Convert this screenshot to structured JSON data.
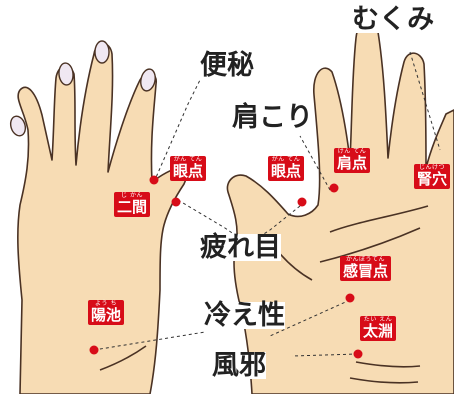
{
  "categories": {
    "constipation": "便秘",
    "swelling": "むくみ",
    "stiff_shoulders": "肩こり",
    "eye_strain": "疲れ目",
    "cold_sensitivity": "冷え性",
    "common_cold": "風邪"
  },
  "points": {
    "nikan": {
      "name": "二間",
      "reading": "じ かん"
    },
    "ganten_left": {
      "name": "眼点",
      "reading": "がん てん"
    },
    "ganten_right": {
      "name": "眼点",
      "reading": "がん てん"
    },
    "kenten": {
      "name": "肩点",
      "reading": "けん てん"
    },
    "jinketsu": {
      "name": "腎穴",
      "reading": "じんけつ"
    },
    "kanboten": {
      "name": "感冒点",
      "reading": "かんぼうてん"
    },
    "taien": {
      "name": "太淵",
      "reading": "たい えん"
    },
    "yochi": {
      "name": "陽池",
      "reading": "よう ち"
    }
  },
  "colors": {
    "skin": "#f7dcb4",
    "outline": "#4a3224",
    "marker": "#d70c18",
    "nail": "#f0e8f2"
  }
}
